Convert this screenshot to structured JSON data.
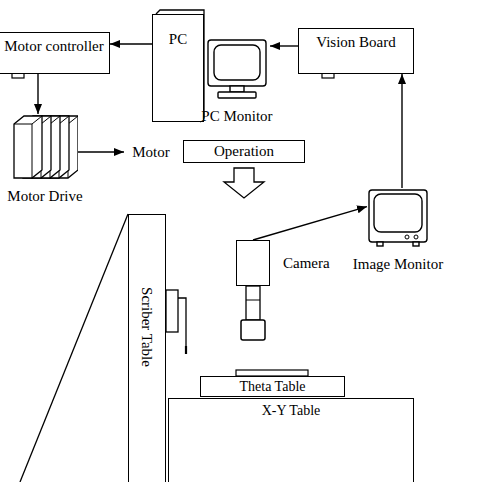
{
  "diagram": {
    "nodes": [
      {
        "text": [
          "Motor controller"
        ]
      },
      {
        "text": [
          "PC"
        ]
      },
      {
        "text": [
          "PC Monitor"
        ]
      },
      {
        "text": [
          "Vision Board"
        ]
      },
      {
        "text": [
          "Motor Drive"
        ]
      },
      {
        "text": [
          "Motor"
        ]
      },
      {
        "text": [
          "Operation"
        ]
      },
      {
        "text": [
          "Image Monitor"
        ]
      },
      {
        "text": [
          "Camera"
        ]
      },
      {
        "text": [
          "Scriber Table"
        ]
      },
      {
        "text": [
          "Theta Table"
        ]
      },
      {
        "text": [
          "X-Y Table"
        ]
      }
    ],
    "edges": [
      {
        "from": 1,
        "to": 0,
        "arrow": "to"
      },
      {
        "from": 3,
        "to": 2,
        "arrow": "to"
      },
      {
        "from": 7,
        "to": 3,
        "arrow": "to"
      },
      {
        "from": 0,
        "to": 4,
        "arrow": "to"
      },
      {
        "from": 4,
        "to": 5,
        "arrow": "to"
      },
      {
        "from": 8,
        "to": 7,
        "arrow": "to"
      }
    ]
  }
}
